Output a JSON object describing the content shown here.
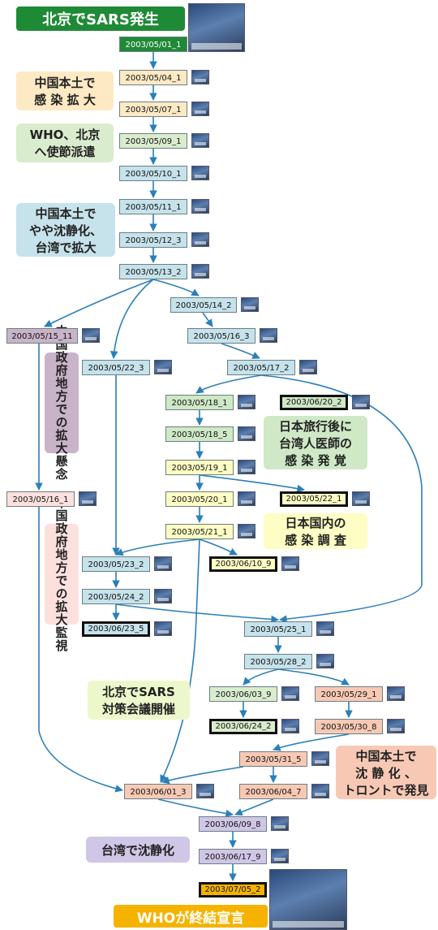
{
  "colors": {
    "green": "#cfe8c6",
    "yellow": "#fdfdc4",
    "light_blue": "#c6e2ea",
    "purple": "#c9b3c9",
    "pink": "#fce0dd",
    "salmon": "#f7c9b5",
    "lavender": "#d0c6e6",
    "orange": "#f5b300",
    "cream": "#fde9c4",
    "line": "#2a7fb8"
  },
  "labels": [
    {
      "text": "北京でSARS発生",
      "color": "#1f8a35",
      "text_color": "#ffffff"
    },
    {
      "text": "中国本土で\n感 染 拡 大",
      "color": "#fde9c4"
    },
    {
      "text": "WHO、北京\nへ使節派遣",
      "color": "#d9eccd"
    },
    {
      "text": "中国本土で\nやや沈静化、\n台湾で拡大",
      "color": "#c6e2ea"
    },
    {
      "text": "中国政府地方での拡大懸念",
      "color": "#c9b3c9"
    },
    {
      "text": "中国政府地方での拡大監視",
      "color": "#fce0dd"
    },
    {
      "text": "日本旅行後に\n台湾人医師の\n感 染 発 覚",
      "color": "#cfe8c6"
    },
    {
      "text": "日本国内の\n感 染 調 査",
      "color": "#fdfdc4"
    },
    {
      "text": "北京でSARS\n対策会議開催",
      "color": "#ecf7cc"
    },
    {
      "text": "中国本土で\n沈 静 化 、\nトロントで発見",
      "color": "#f7c9b5"
    },
    {
      "text": "台湾で沈静化",
      "color": "#d0c6e6"
    },
    {
      "text": "WHOが終結宣言",
      "color": "#f5b300",
      "text_color": "#ffffff"
    }
  ],
  "nodes": [
    {
      "date": "2003/05/01_1",
      "color": "#1f8a35",
      "text_color": "#ffffff"
    },
    {
      "date": "2003/05/04_1",
      "color": "#fde9c4"
    },
    {
      "date": "2003/05/07_1",
      "color": "#fde9c4"
    },
    {
      "date": "2003/05/09_1",
      "color": "#d9eccd"
    },
    {
      "date": "2003/05/10_1",
      "color": "#c6e2ea"
    },
    {
      "date": "2003/05/11_1",
      "color": "#c6e2ea"
    },
    {
      "date": "2003/05/12_3",
      "color": "#c6e2ea"
    },
    {
      "date": "2003/05/13_2",
      "color": "#c6e2ea"
    },
    {
      "date": "2003/05/14_2",
      "color": "#c6e2ea"
    },
    {
      "date": "2003/05/15_11",
      "color": "#c9b3c9"
    },
    {
      "date": "2003/05/16_3",
      "color": "#c6e2ea"
    },
    {
      "date": "2003/05/22_3",
      "color": "#c6e2ea"
    },
    {
      "date": "2003/05/17_2",
      "color": "#c6e2ea"
    },
    {
      "date": "2003/05/18_1",
      "color": "#cfe8c6"
    },
    {
      "date": "2003/06/20_2",
      "color": "#cfe8c6",
      "bold": true
    },
    {
      "date": "2003/05/18_5",
      "color": "#cfe8c6"
    },
    {
      "date": "2003/05/19_1",
      "color": "#fdfdc4"
    },
    {
      "date": "2003/05/16_1",
      "color": "#fce0dd"
    },
    {
      "date": "2003/05/20_1",
      "color": "#fdfdc4"
    },
    {
      "date": "2003/05/22_1",
      "color": "#fdfdc4",
      "bold": true
    },
    {
      "date": "2003/05/21_1",
      "color": "#fdfdc4"
    },
    {
      "date": "2003/06/10_9",
      "color": "#fdfdc4",
      "bold": true
    },
    {
      "date": "2003/05/23_2",
      "color": "#c6e2ea"
    },
    {
      "date": "2003/05/24_2",
      "color": "#c6e2ea"
    },
    {
      "date": "2003/06/23_5",
      "color": "#c6e2ea",
      "bold": true
    },
    {
      "date": "2003/05/25_1",
      "color": "#c6e2ea"
    },
    {
      "date": "2003/05/28_2",
      "color": "#c6e2ea"
    },
    {
      "date": "2003/06/03_9",
      "color": "#d9eccd"
    },
    {
      "date": "2003/05/29_1",
      "color": "#f7c9b5"
    },
    {
      "date": "2003/06/24_2",
      "color": "#d9eccd",
      "bold": true
    },
    {
      "date": "2003/05/30_8",
      "color": "#f7c9b5"
    },
    {
      "date": "2003/05/31_5",
      "color": "#f7c9b5"
    },
    {
      "date": "2003/06/01_3",
      "color": "#f7c9b5"
    },
    {
      "date": "2003/06/04_7",
      "color": "#f7c9b5"
    },
    {
      "date": "2003/06/09_8",
      "color": "#d0c6e6"
    },
    {
      "date": "2003/06/17_9",
      "color": "#d0c6e6"
    },
    {
      "date": "2003/07/05_2",
      "color": "#f5b300",
      "bold": true
    }
  ]
}
